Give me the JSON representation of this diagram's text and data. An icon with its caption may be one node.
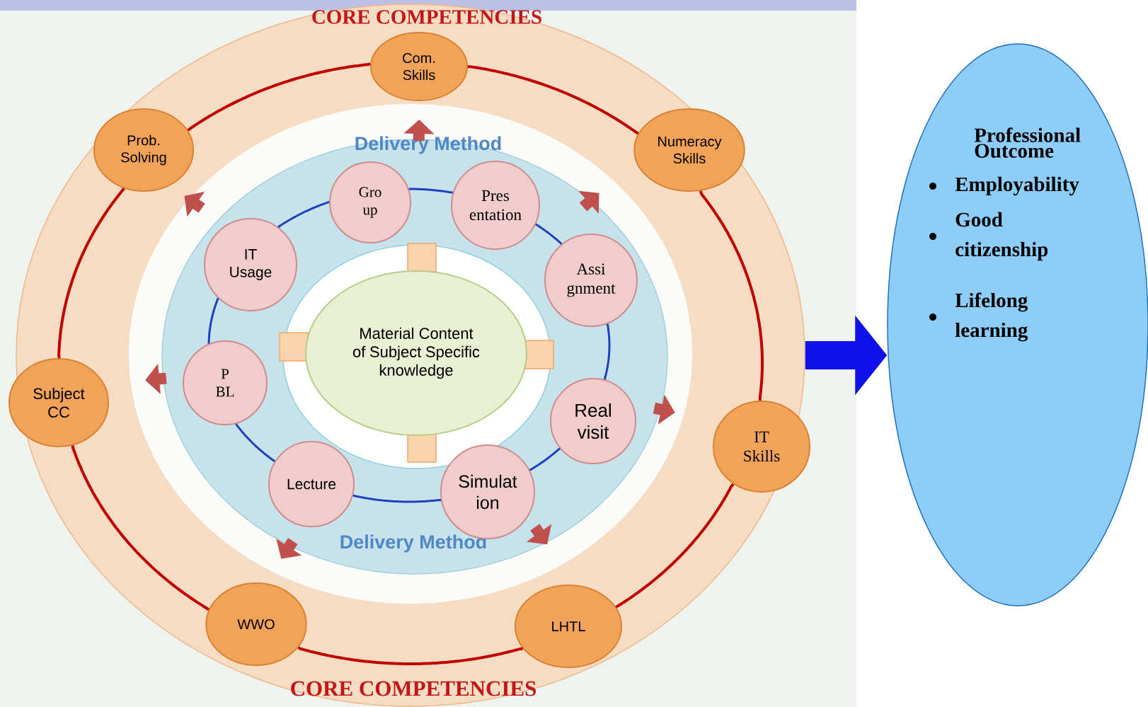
{
  "diagram": {
    "nodes": [
      {
        "text": [
          "CORE COMPETENCIES",
          "CORE COMPETENCIES"
        ]
      },
      {
        "text": [
          "Com. Skills"
        ],
        "in": 0
      },
      {
        "text": [
          "Prob. Solving"
        ],
        "in": 0
      },
      {
        "text": [
          "Numeracy Skills"
        ],
        "in": 0
      },
      {
        "text": [
          "Subject CC"
        ],
        "in": 0
      },
      {
        "text": [
          "IT Skills"
        ],
        "in": 0
      },
      {
        "text": [
          "WWO"
        ],
        "in": 0
      },
      {
        "text": [
          "LHTL"
        ],
        "in": 0
      },
      {
        "text": [
          "Delivery Method",
          "Delivery Method"
        ],
        "in": 0
      },
      {
        "text": [
          "Gro up"
        ],
        "in": 8
      },
      {
        "text": [
          "Pres entation"
        ],
        "in": 8
      },
      {
        "text": [
          "IT Usage"
        ],
        "in": 8
      },
      {
        "text": [
          "Assi gnment"
        ],
        "in": 8
      },
      {
        "text": [
          "P BL"
        ],
        "in": 8
      },
      {
        "text": [
          "Real visit"
        ],
        "in": 8
      },
      {
        "text": [
          "Lecture"
        ],
        "in": 8
      },
      {
        "text": [
          "Simulat ion"
        ],
        "in": 8
      },
      {
        "text": [
          "Material Content of Subject Specific knowledge"
        ],
        "in": 8
      },
      {
        "text": [
          "Professional Outcome",
          "Employability",
          "Good citizenship",
          "Lifelong learning"
        ]
      }
    ],
    "edges": [
      {
        "from": 1,
        "to": 3,
        "arrow": "none",
        "color": "#c00000"
      },
      {
        "from": 3,
        "to": 5,
        "arrow": "none",
        "color": "#c00000"
      },
      {
        "from": 5,
        "to": 7,
        "arrow": "none",
        "color": "#c00000"
      },
      {
        "from": 7,
        "to": 6,
        "arrow": "none",
        "color": "#c00000"
      },
      {
        "from": 6,
        "to": 4,
        "arrow": "none",
        "color": "#c00000"
      },
      {
        "from": 4,
        "to": 2,
        "arrow": "none",
        "color": "#c00000"
      },
      {
        "from": 2,
        "to": 1,
        "arrow": "none",
        "color": "#c00000"
      },
      {
        "from": 9,
        "to": 10,
        "arrow": "none",
        "color": "#1f3fbf"
      },
      {
        "from": 10,
        "to": 12,
        "arrow": "none",
        "color": "#1f3fbf"
      },
      {
        "from": 12,
        "to": 14,
        "arrow": "none",
        "color": "#1f3fbf"
      },
      {
        "from": 14,
        "to": 16,
        "arrow": "none",
        "color": "#1f3fbf"
      },
      {
        "from": 16,
        "to": 15,
        "arrow": "none",
        "color": "#1f3fbf"
      },
      {
        "from": 15,
        "to": 13,
        "arrow": "none",
        "color": "#1f3fbf"
      },
      {
        "from": 13,
        "to": 11,
        "arrow": "none",
        "color": "#1f3fbf"
      },
      {
        "from": 11,
        "to": 9,
        "arrow": "none",
        "color": "#1f3fbf"
      },
      {
        "from": 0,
        "to": 18,
        "arrow": "to",
        "style": "thick",
        "color": "#1010e8"
      }
    ]
  }
}
